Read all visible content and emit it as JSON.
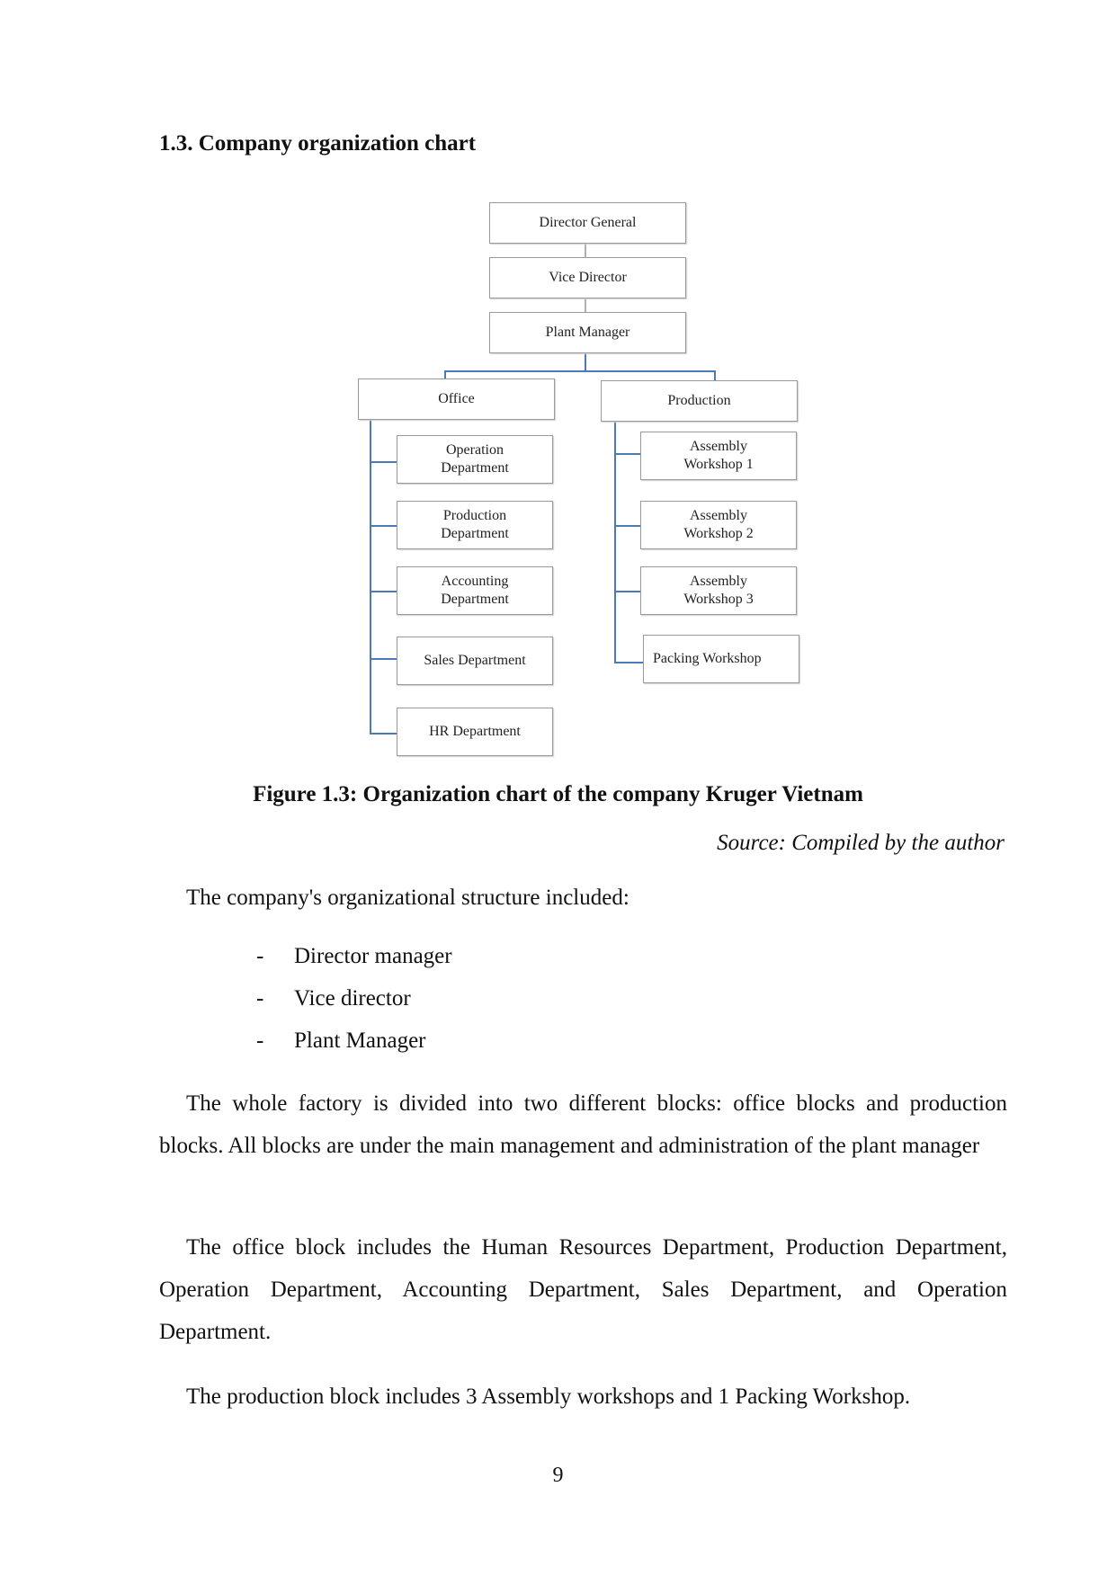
{
  "heading": "1.3. Company organization chart",
  "org_chart": {
    "top": [
      "Director General",
      "Vice Director",
      "Plant Manager"
    ],
    "office": {
      "label": "Office",
      "children": [
        "Operation\nDepartment",
        "Production\nDepartment",
        "Accounting\nDepartment",
        "Sales Department",
        "HR Department"
      ]
    },
    "production": {
      "label": "Production",
      "children": [
        "Assembly\nWorkshop 1",
        "Assembly\nWorkshop 2",
        "Assembly\nWorkshop 3",
        "Packing Workshop"
      ]
    }
  },
  "caption": "Figure 1.3: Organization chart of the company Kruger Vietnam",
  "source": "Source: Compiled by the author",
  "intro": "The company's organizational structure included:",
  "bullets": [
    "Director manager",
    "Vice director",
    "Plant Manager"
  ],
  "bullet_marker": "-",
  "paragraphs": [
    "The whole factory is divided into two different blocks: office blocks and production blocks. All blocks are under the main management and administration of the plant manager",
    "The office block includes the Human Resources Department, Production Department, Operation Department, Accounting Department, Sales Department, and Operation Department.",
    "The production block includes 3 Assembly workshops and 1 Packing Workshop."
  ],
  "page_number": "9"
}
